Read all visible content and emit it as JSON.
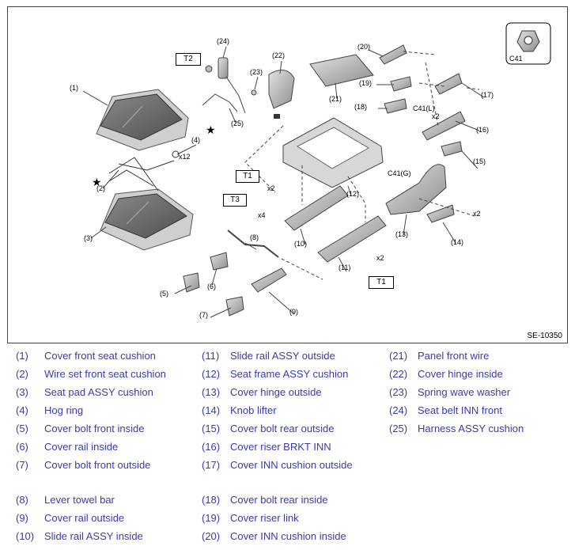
{
  "diagram": {
    "code": "SE-10350",
    "callouts": {
      "t2": "T2",
      "t1a": "T1",
      "t3": "T3",
      "t1b": "T1",
      "c41": "C41",
      "c41l": "C41(L)",
      "c41g": "C41(G)",
      "x12": "x12",
      "x2a": "x2",
      "x4": "x4",
      "x2b": "x2",
      "x2c": "x2",
      "x2d": "x2"
    },
    "labels": {
      "n1": "(1)",
      "n2": "(2)",
      "n3": "(3)",
      "n4": "(4)",
      "n5": "(5)",
      "n6": "(6)",
      "n7": "(7)",
      "n8": "(8)",
      "n9": "(9)",
      "n10": "(10)",
      "n11": "(11)",
      "n12": "(12)",
      "n13": "(13)",
      "n14": "(14)",
      "n15": "(15)",
      "n16": "(16)",
      "n17": "(17)",
      "n18": "(18)",
      "n19": "(19)",
      "n20": "(20)",
      "n21": "(21)",
      "n22": "(22)",
      "n23": "(23)",
      "n24": "(24)",
      "n25": "(25)"
    }
  },
  "legend": {
    "col1": [
      {
        "num": "(1)",
        "name": "Cover front seat cushion"
      },
      {
        "num": "(2)",
        "name": "Wire set front seat cushion"
      },
      {
        "num": "(3)",
        "name": "Seat pad ASSY cushion"
      },
      {
        "num": "(4)",
        "name": "Hog ring"
      },
      {
        "num": "(5)",
        "name": "Cover bolt front inside"
      },
      {
        "num": "(6)",
        "name": "Cover rail inside"
      },
      {
        "num": "(7)",
        "name": "Cover bolt front outside"
      },
      {
        "num": "(8)",
        "name": "Lever towel bar"
      },
      {
        "num": "(9)",
        "name": "Cover rail outside"
      },
      {
        "num": "(10)",
        "name": "Slide rail ASSY inside"
      }
    ],
    "col2": [
      {
        "num": "(11)",
        "name": "Slide rail ASSY outside"
      },
      {
        "num": "(12)",
        "name": "Seat frame ASSY cushion"
      },
      {
        "num": "(13)",
        "name": "Cover hinge outside"
      },
      {
        "num": "(14)",
        "name": "Knob lifter"
      },
      {
        "num": "(15)",
        "name": "Cover bolt rear outside"
      },
      {
        "num": "(16)",
        "name": "Cover riser BRKT INN"
      },
      {
        "num": "(17)",
        "name": "Cover INN cushion outside"
      },
      {
        "num": "(18)",
        "name": "Cover bolt rear inside"
      },
      {
        "num": "(19)",
        "name": "Cover riser link"
      },
      {
        "num": "(20)",
        "name": "Cover INN cushion inside"
      }
    ],
    "col3": [
      {
        "num": "(21)",
        "name": "Panel front wire"
      },
      {
        "num": "(22)",
        "name": "Cover hinge inside"
      },
      {
        "num": "(23)",
        "name": "Spring wave washer"
      },
      {
        "num": "(24)",
        "name": "Seat belt INN front"
      },
      {
        "num": "(25)",
        "name": "Harness ASSY cushion"
      }
    ]
  }
}
